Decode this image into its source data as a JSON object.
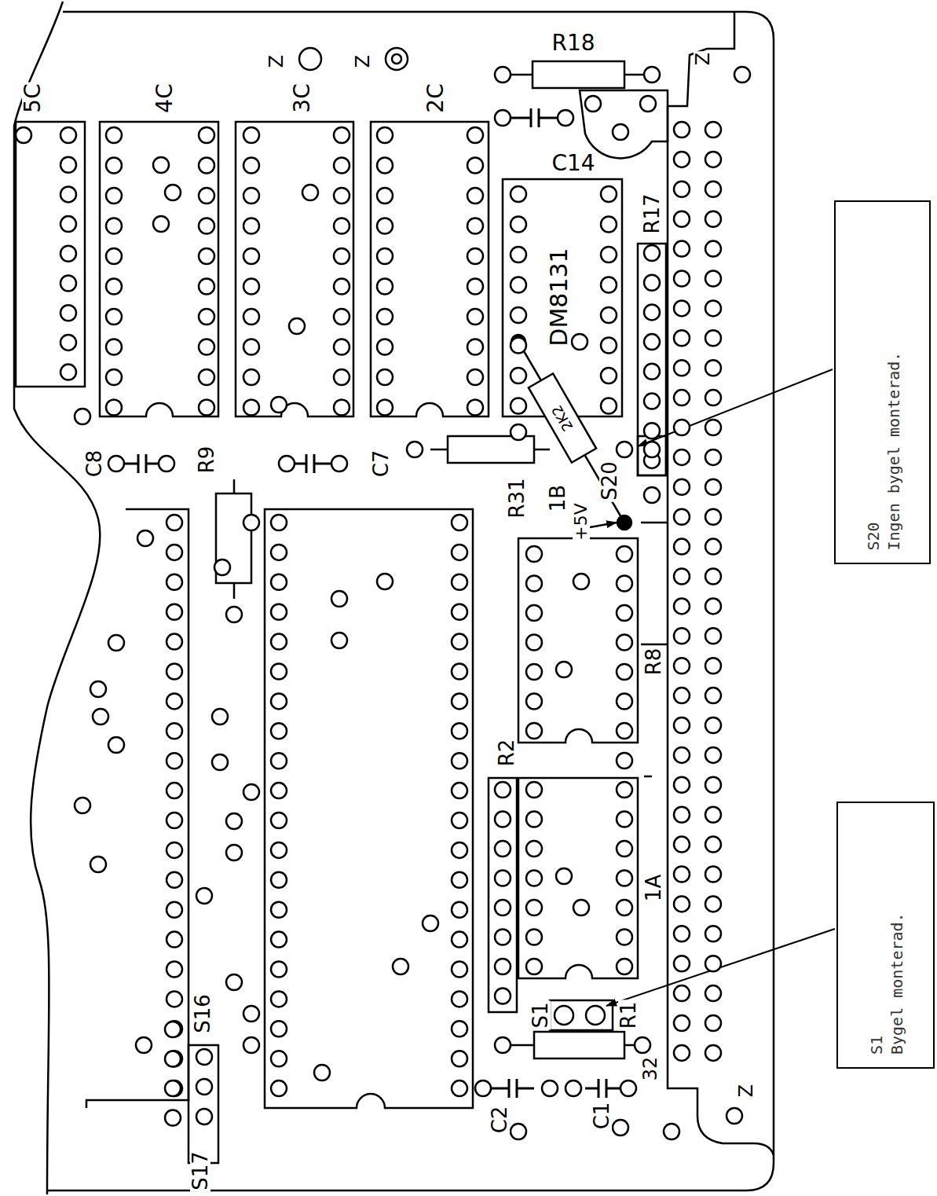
{
  "diagram": {
    "nodes": [
      {
        "text": [
          "S20",
          "Ingen bygel monterad."
        ]
      },
      {
        "text": [
          "S1",
          "Bygel monterad."
        ]
      }
    ],
    "labels": [
      "5C",
      "4C",
      "3C",
      "2C",
      "Z",
      "Z",
      "R18",
      "Z",
      "C14",
      "DM8131",
      "R17",
      "C8",
      "R9",
      "C7",
      "R31",
      "1B",
      "S20",
      "+5V",
      "R8",
      "R2",
      "1A",
      "S1",
      "R1",
      "32",
      "C2",
      "C1",
      "S16",
      "S17",
      "Z",
      "2K2"
    ]
  }
}
